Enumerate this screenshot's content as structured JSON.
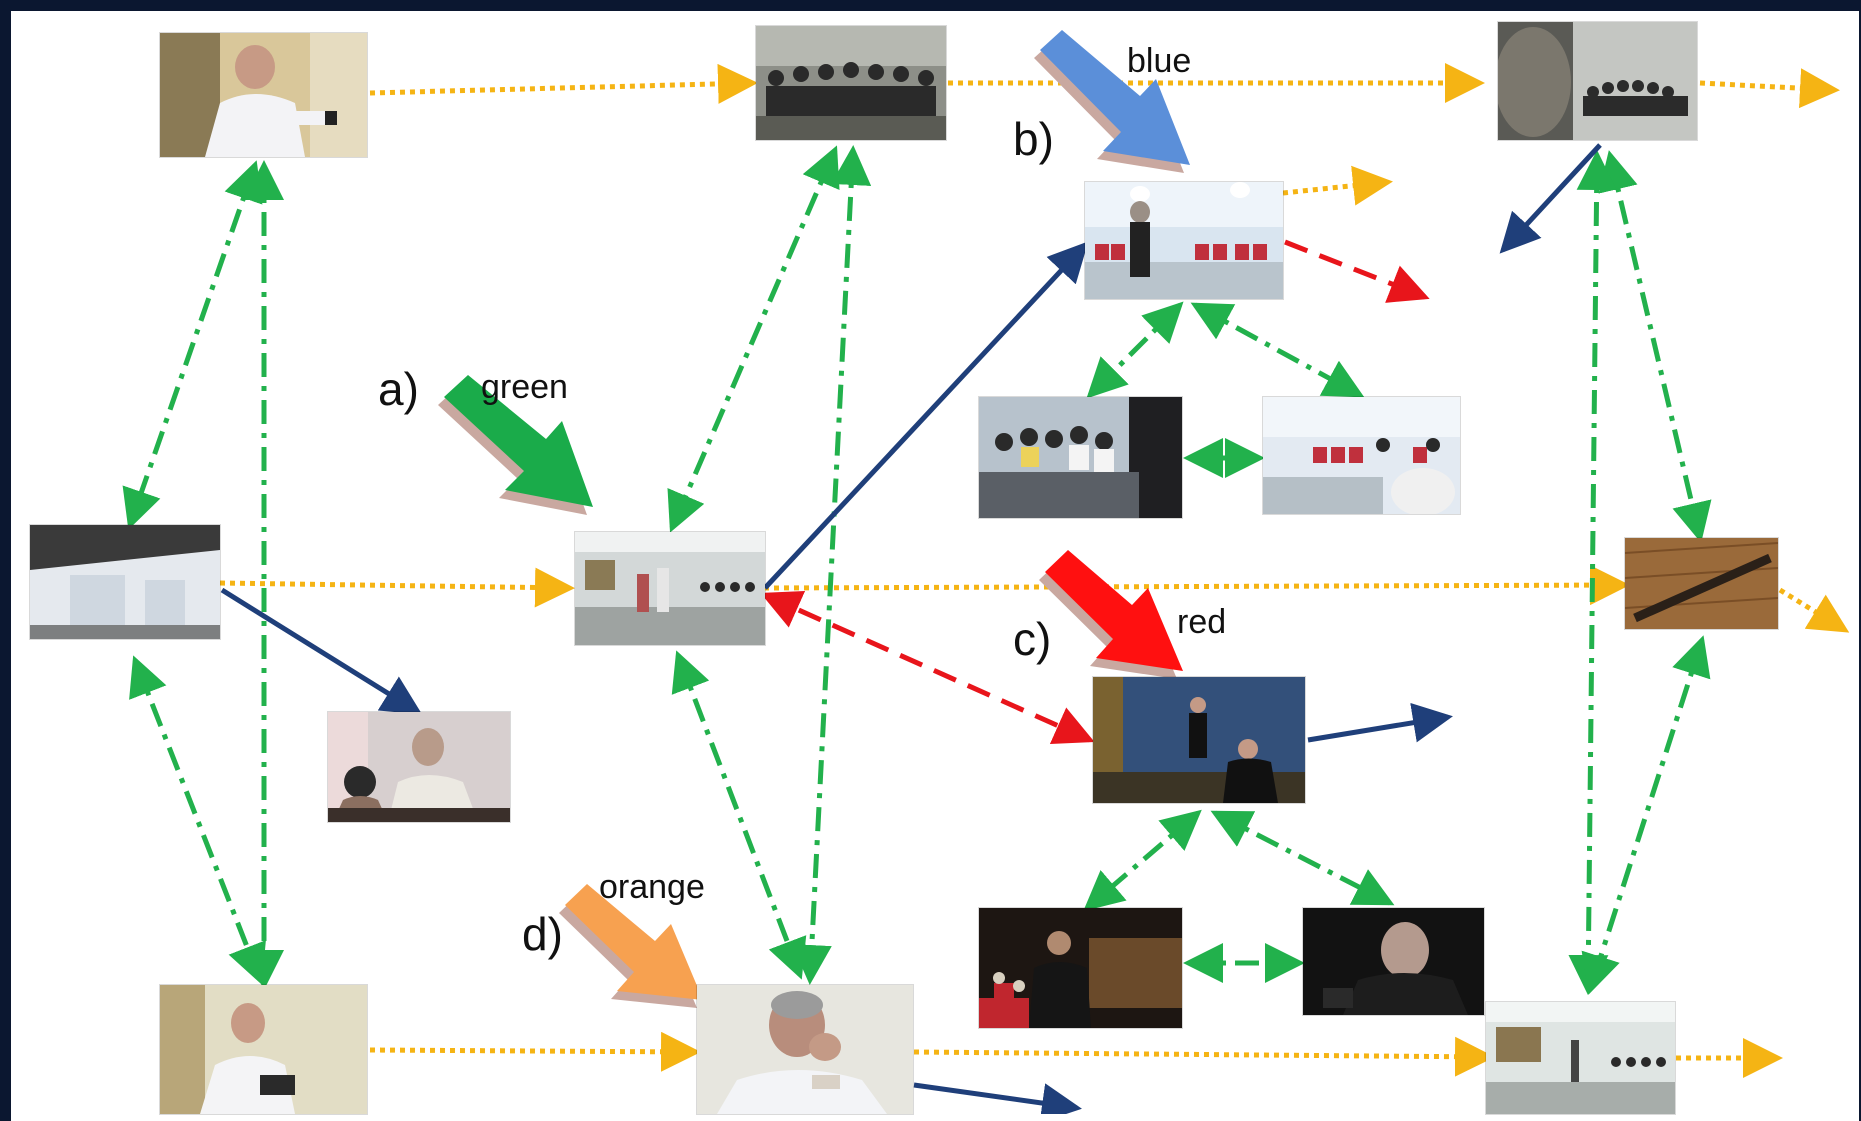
{
  "labels": {
    "a": {
      "letter": "a)",
      "color_word": "green"
    },
    "b": {
      "letter": "b)",
      "color_word": "blue"
    },
    "c": {
      "letter": "c)",
      "color_word": "red"
    },
    "d": {
      "letter": "d)",
      "color_word": "orange"
    }
  },
  "colors": {
    "orange_dotted": "#f5b414",
    "green_dashdot": "#22b14c",
    "navy_solid": "#1f3f7a",
    "red_dashed": "#e8151b",
    "pointer_green": "#1aab4a",
    "pointer_blue": "#5b8fd9",
    "pointer_red": "#ff1010",
    "pointer_orange": "#f7a150",
    "pointer_outline": "#c9a8a0"
  },
  "thumbnails": [
    {
      "id": "man-seated-top",
      "scene": "man in white shirt seated"
    },
    {
      "id": "group-circle-top",
      "scene": "group seated in circle"
    },
    {
      "id": "face-closeup-top",
      "scene": "close-up face with audience"
    },
    {
      "id": "hall-windows-left",
      "scene": "hall with windows"
    },
    {
      "id": "two-speakers-hall",
      "scene": "two people standing in hall"
    },
    {
      "id": "couple-seated",
      "scene": "woman and man seated"
    },
    {
      "id": "man-seated-bottom",
      "scene": "man seated side view"
    },
    {
      "id": "man-thinking",
      "scene": "man with hand at chin"
    },
    {
      "id": "speaker-chairs",
      "scene": "speaker among red chairs"
    },
    {
      "id": "audience-left",
      "scene": "audience seated"
    },
    {
      "id": "audience-right",
      "scene": "audience with red chairs"
    },
    {
      "id": "stage-two-actors",
      "scene": "two men on stage"
    },
    {
      "id": "stage-dark",
      "scene": "dark stage scene"
    },
    {
      "id": "man-dark-closeup",
      "scene": "man in dark close-up"
    },
    {
      "id": "wood-beam",
      "scene": "wooden ceiling beam"
    },
    {
      "id": "empty-hall-bottom",
      "scene": "hall with benches"
    }
  ]
}
